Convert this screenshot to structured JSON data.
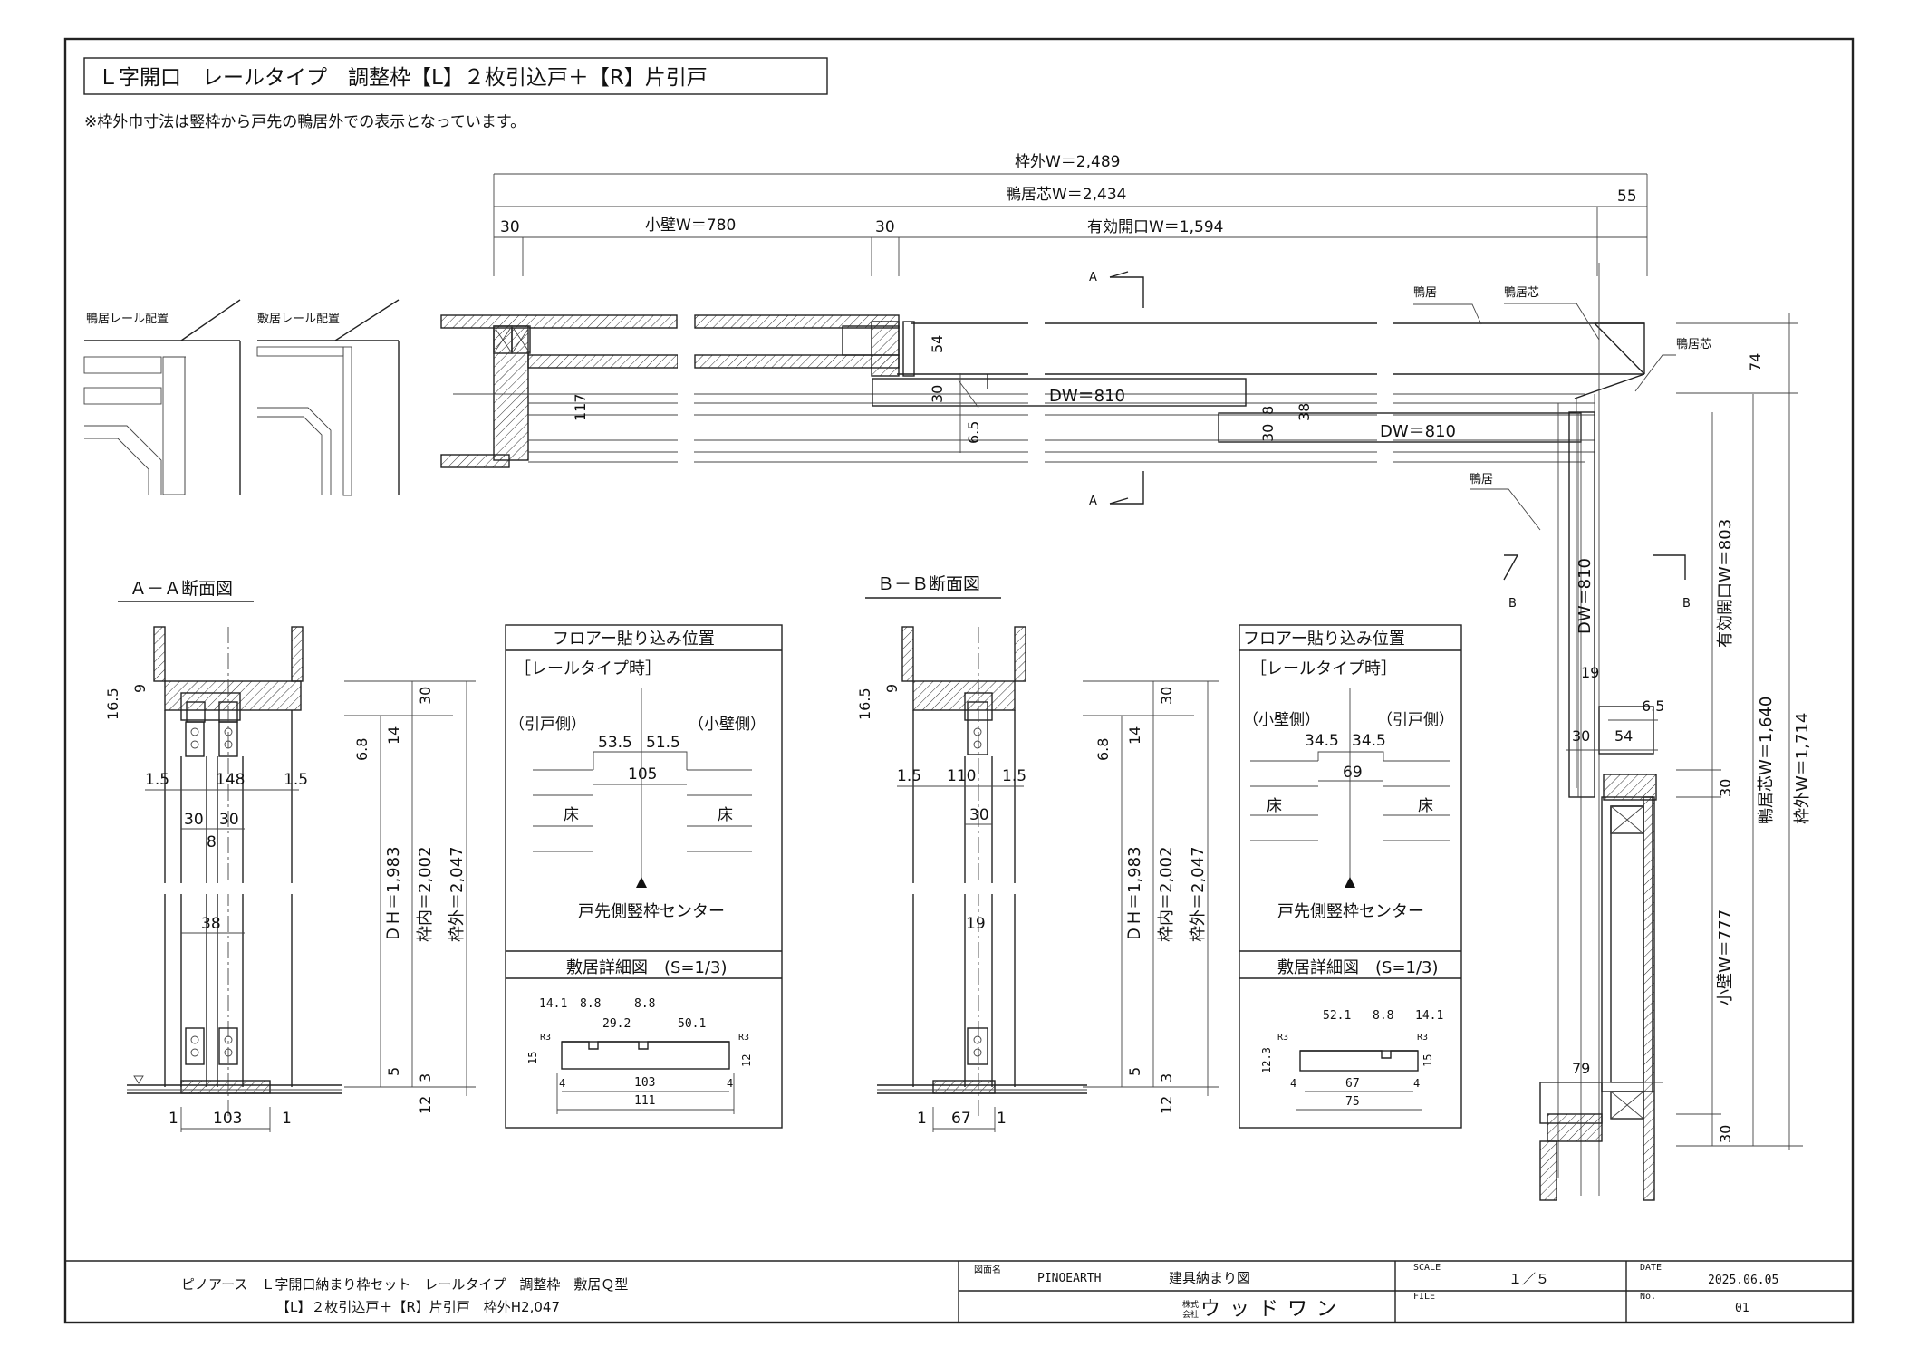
{
  "title": "Ｌ字開口　レールタイプ　調整枠【L】２枚引込戸＋【R】片引戸",
  "note": "※枠外巾寸法は竪枠から戸先の鴨居外での表示となっています。",
  "plan": {
    "dims": {
      "outer_w": "枠外W＝2,489",
      "center_w": "鴨居芯W＝2,434",
      "right_55": "55",
      "d30a": "30",
      "kokabe": "小壁W＝780",
      "d30b": "30",
      "opening": "有効開口W＝1,594",
      "d54": "54",
      "d117": "117",
      "d30c": "30",
      "d65": "6.5",
      "dw1": "DW＝810",
      "d8": "8",
      "d38": "38",
      "d30d": "30",
      "dw2": "DW＝810",
      "d74": "74"
    },
    "labels": {
      "kamoi1": "鴨居",
      "kamoishin1": "鴨居芯",
      "kamoishin2": "鴨居芯",
      "kamoi2": "鴨居",
      "sec_a_top": "A",
      "sec_a_bottom": "A",
      "sec_b_left": "B",
      "sec_b_right": "B"
    }
  },
  "rail_kamoi": "鴨居レール配置",
  "rail_shiki": "敷居レール配置",
  "side": {
    "dw": "DW＝810",
    "d19": "19",
    "d65": "6.5",
    "d30": "30",
    "d54": "54",
    "d30b": "30",
    "opening": "有効開口W＝803",
    "center": "鴨居芯W＝1,640",
    "outer": "枠外W＝1,714",
    "kokabe": "小壁W＝777",
    "d79": "79",
    "d30c": "30"
  },
  "secA": {
    "title": "Ａ－Ａ断面図",
    "d165": "16.5",
    "d9": "9",
    "d68": "6.8",
    "d14": "14",
    "d30": "30",
    "d15a": "1.5",
    "d148": "148",
    "d15b": "1.5",
    "d30a": "30",
    "d30b": "30",
    "d8": "8",
    "d38": "38",
    "dh": "ＤＨ＝1,983",
    "inner": "枠内＝2,002",
    "outer": "枠外＝2,047",
    "d5": "5",
    "d3": "3",
    "d12": "12",
    "b1a": "1",
    "b103": "103",
    "b1b": "1"
  },
  "secB": {
    "title": "Ｂ－Ｂ断面図",
    "d165": "16.5",
    "d9": "9",
    "d68": "6.8",
    "d14": "14",
    "d30": "30",
    "d15a": "1.5",
    "d110": "110",
    "d15b": "1.5",
    "d30b": "30",
    "d19": "19",
    "dh": "ＤＨ＝1,983",
    "inner": "枠内＝2,002",
    "outer": "枠外＝2,047",
    "d5": "5",
    "d3": "3",
    "d12": "12",
    "b1a": "1",
    "b67": "67",
    "b1b": "1"
  },
  "floorA": {
    "header": "フロアー貼り込み位置",
    "sub": "［レールタイプ時］",
    "left": "（引戸側）",
    "right": "（小壁側）",
    "v1": "53.5",
    "v2": "51.5",
    "total": "105",
    "floor_l": "床",
    "floor_r": "床",
    "center": "戸先側竪枠センター",
    "detail": "敷居詳細図　(S=1/3)",
    "d141": "14.1",
    "d88a": "8.8",
    "d88b": "8.8",
    "d292": "29.2",
    "d501": "50.1",
    "r3a": "R3",
    "r3b": "R3",
    "d15": "15",
    "d12": "12",
    "d4a": "4",
    "d4b": "4",
    "d103": "103",
    "d111": "111"
  },
  "floorB": {
    "header": "フロアー貼り込み位置",
    "sub": "［レールタイプ時］",
    "left": "（小壁側）",
    "right": "（引戸側）",
    "v1": "34.5",
    "v2": "34.5",
    "total": "69",
    "floor_l": "床",
    "floor_r": "床",
    "center": "戸先側竪枠センター",
    "detail": "敷居詳細図　(S=1/3)",
    "d521": "52.1",
    "d88": "8.8",
    "d141": "14.1",
    "r3a": "R3",
    "r3b": "R3",
    "d123": "12.3",
    "d15": "15",
    "d4a": "4",
    "d4b": "4",
    "d67": "67",
    "d75": "75"
  },
  "titleblock": {
    "desc1": "ピノアース　Ｌ字開口納まり枠セット　レールタイプ　調整枠　敷居Ｑ型",
    "desc2": "【L】２枚引込戸＋【R】片引戸　枠外H2,047",
    "zumen_label": "図面名",
    "zumen": "PINOEARTH",
    "zumen2": "建具納まり図",
    "scale_label": "SCALE",
    "scale": "１／５",
    "date_label": "DATE",
    "date": "2025.06.05",
    "kabu": "株式\n会社",
    "kabu1": "株式",
    "kabu2": "会社",
    "company": "ウッドワン",
    "file_label": "FILE",
    "no_label": "No.",
    "no": "01"
  }
}
